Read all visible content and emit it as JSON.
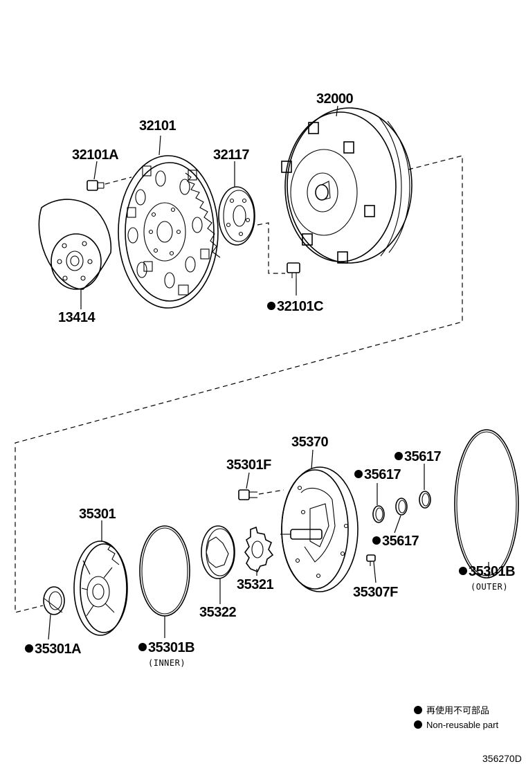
{
  "diagram": {
    "figure_code": "356270D",
    "legend": [
      {
        "symbol": "filled-dot",
        "text": "再使用不可部品"
      },
      {
        "symbol": "filled-dot",
        "text": "Non-reusable part"
      }
    ],
    "parts": [
      {
        "id": "32000",
        "label": "32000",
        "non_reusable": false,
        "note": ""
      },
      {
        "id": "32101",
        "label": "32101",
        "non_reusable": false,
        "note": ""
      },
      {
        "id": "32101A",
        "label": "32101A",
        "non_reusable": false,
        "note": ""
      },
      {
        "id": "32117",
        "label": "32117",
        "non_reusable": false,
        "note": ""
      },
      {
        "id": "13414",
        "label": "13414",
        "non_reusable": false,
        "note": ""
      },
      {
        "id": "32101C",
        "label": "32101C",
        "non_reusable": true,
        "note": ""
      },
      {
        "id": "35370",
        "label": "35370",
        "non_reusable": false,
        "note": ""
      },
      {
        "id": "35301F",
        "label": "35301F",
        "non_reusable": false,
        "note": ""
      },
      {
        "id": "35617-a",
        "label": "35617",
        "non_reusable": true,
        "note": ""
      },
      {
        "id": "35617-b",
        "label": "35617",
        "non_reusable": true,
        "note": ""
      },
      {
        "id": "35617-c",
        "label": "35617",
        "non_reusable": true,
        "note": ""
      },
      {
        "id": "35301",
        "label": "35301",
        "non_reusable": false,
        "note": ""
      },
      {
        "id": "35321",
        "label": "35321",
        "non_reusable": false,
        "note": ""
      },
      {
        "id": "35322",
        "label": "35322",
        "non_reusable": false,
        "note": ""
      },
      {
        "id": "35307F",
        "label": "35307F",
        "non_reusable": false,
        "note": ""
      },
      {
        "id": "35301B-outer",
        "label": "35301B",
        "non_reusable": true,
        "note": "(OUTER)"
      },
      {
        "id": "35301A",
        "label": "35301A",
        "non_reusable": true,
        "note": ""
      },
      {
        "id": "35301B-inner",
        "label": "35301B",
        "non_reusable": true,
        "note": "(INNER)"
      }
    ]
  }
}
